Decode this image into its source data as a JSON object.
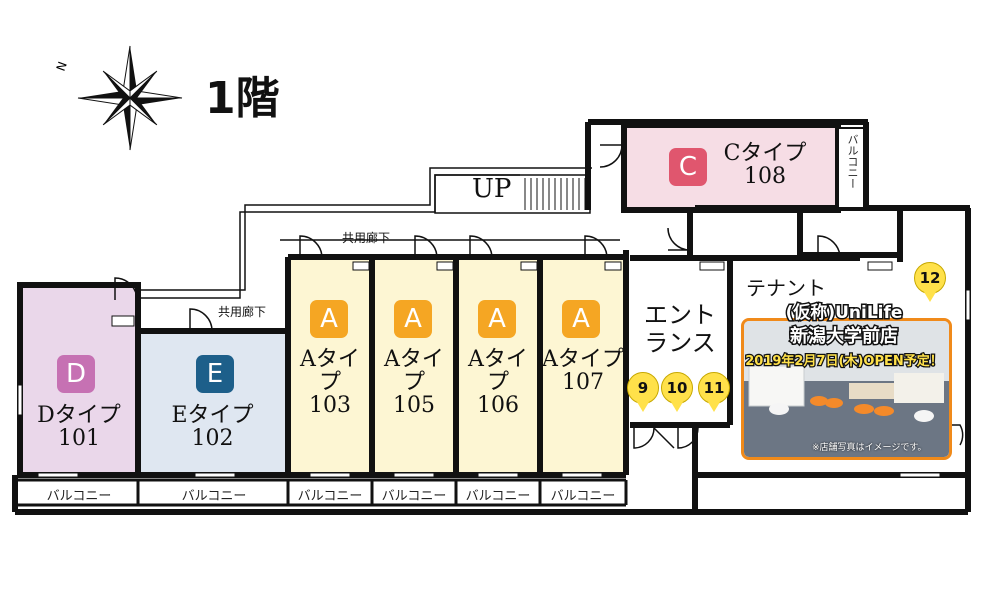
{
  "floor_label": "1階",
  "up_label": "UP",
  "corridor_labels": [
    "共用廊下",
    "共用廊下"
  ],
  "units": [
    {
      "id": "D",
      "letter": "D",
      "name": "Dタイプ\n101",
      "badge_color": "#c671b3",
      "fill": "#ead7ea"
    },
    {
      "id": "E",
      "letter": "E",
      "name": "Eタイプ\n102",
      "badge_color": "#1d5f8a",
      "fill": "#dfe7f1"
    },
    {
      "id": "A103",
      "letter": "A",
      "name": "Aタイプ\n103",
      "badge_color": "#f5a623",
      "fill": "#fdf6d3"
    },
    {
      "id": "A105",
      "letter": "A",
      "name": "Aタイプ\n105",
      "badge_color": "#f5a623",
      "fill": "#fdf6d3"
    },
    {
      "id": "A106",
      "letter": "A",
      "name": "Aタイプ\n106",
      "badge_color": "#f5a623",
      "fill": "#fdf6d3"
    },
    {
      "id": "A107",
      "letter": "A",
      "name": "Aタイプ\n107",
      "badge_color": "#f5a623",
      "fill": "#fdf6d3"
    },
    {
      "id": "C",
      "letter": "C",
      "name": "Cタイプ\n108",
      "badge_color": "#e0566e",
      "fill": "#f6dde5"
    }
  ],
  "balcony_label": "バルコニー",
  "entrance_label": "エント\nランス",
  "tenant": {
    "label": "テナント",
    "line1": "(仮称)UniLife",
    "line2": "新潟大学前店",
    "line3": "2019年2月7日(木)OPEN予定！",
    "caption": "※店舗写真はイメージです。",
    "accent": "#f08a1a"
  },
  "pins": [
    "9",
    "10",
    "11",
    "12"
  ],
  "colors": {
    "wall": "#111111",
    "pin": "#ffe14a"
  }
}
